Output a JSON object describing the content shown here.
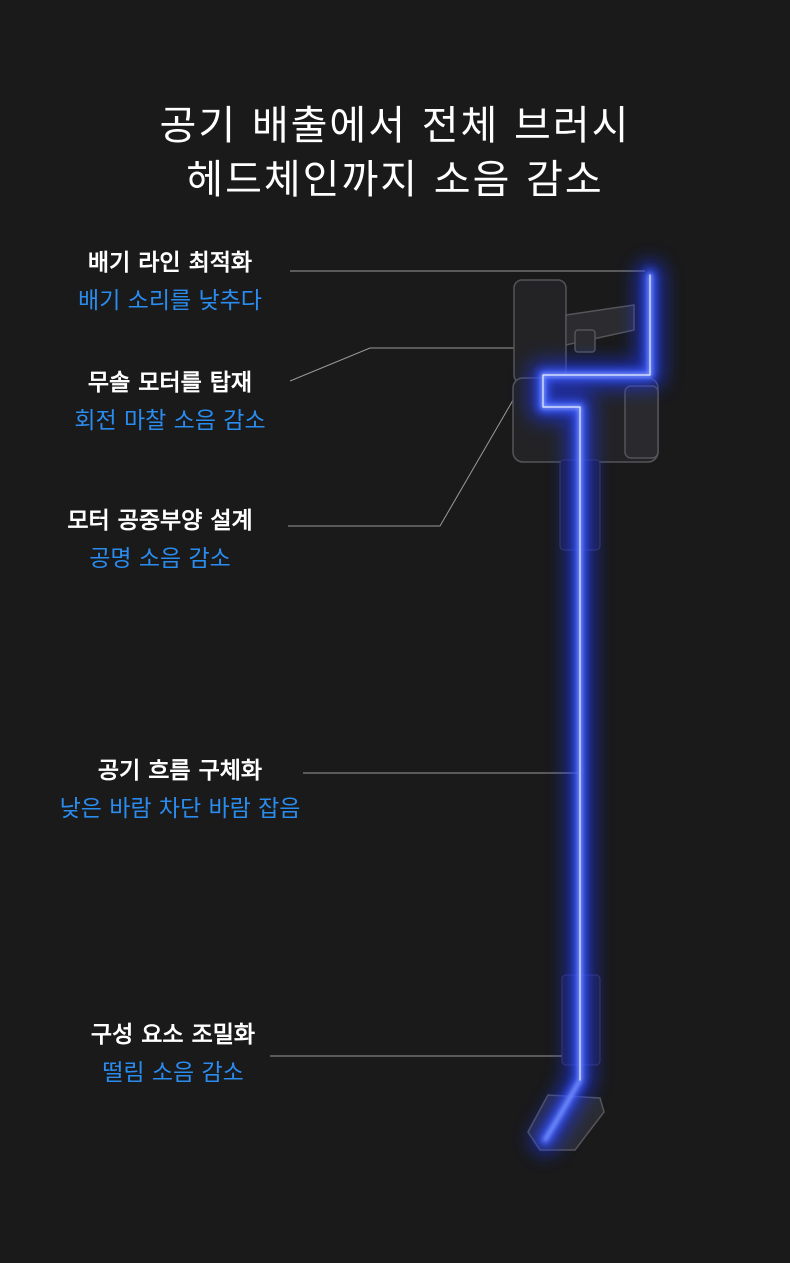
{
  "title": {
    "line1": "공기 배출에서 전체 브러시",
    "line2": "헤드체인까지 소음 감소"
  },
  "features": [
    {
      "title": "배기 라인 최적화",
      "desc": "배기 소리를 낮추다"
    },
    {
      "title": "무솔 모터를 탑재",
      "desc": "회전 마찰 소음 감소"
    },
    {
      "title": "모터 공중부양 설계",
      "desc": "공명 소음 감소"
    },
    {
      "title": "공기 흐름 구체화",
      "desc": "낮은 바람 차단 바람 잡음"
    },
    {
      "title": "구성 요소 조밀화",
      "desc": "떨림 소음 감소"
    }
  ],
  "colors": {
    "background": "#1a1a1a",
    "accent_text": "#2b8cf0",
    "glow": "#2f4bff"
  },
  "product": {
    "icon": "stick-vacuum-cutaway-illustration"
  }
}
